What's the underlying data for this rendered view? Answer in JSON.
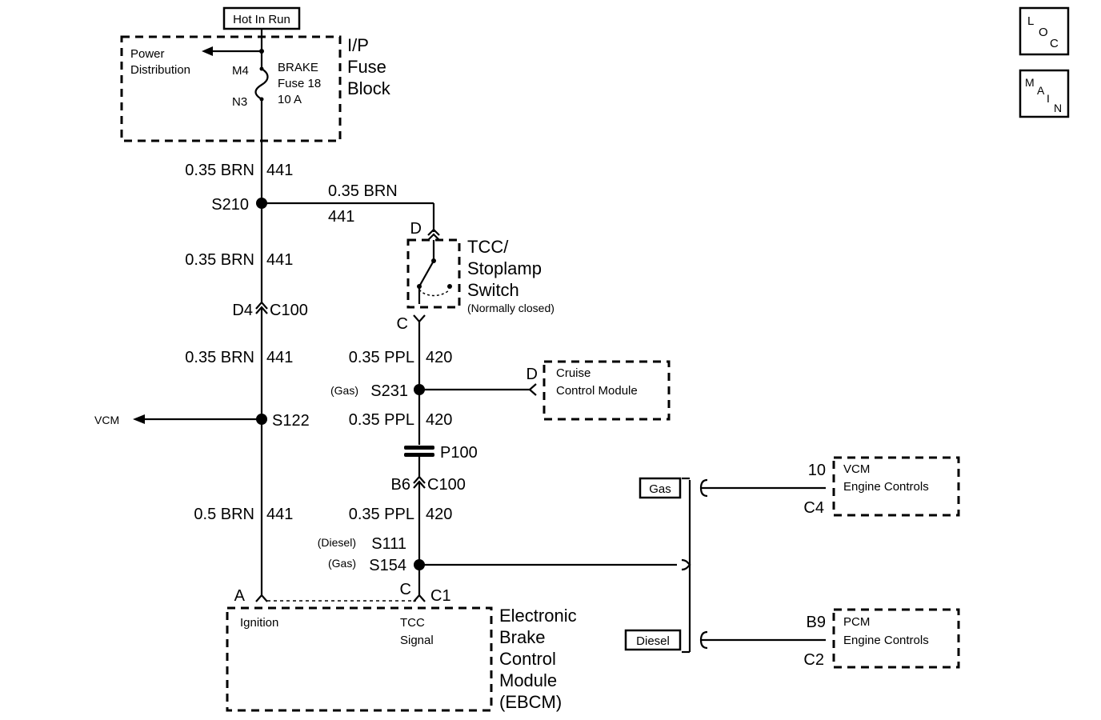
{
  "header": {
    "hot_in_run": "Hot In Run"
  },
  "fuse_block": {
    "title_1": "I/P",
    "title_2": "Fuse",
    "title_3": "Block",
    "power_1": "Power",
    "power_2": "Distribution",
    "m4": "M4",
    "n3": "N3",
    "fuse_1": "BRAKE",
    "fuse_2": "Fuse 18",
    "fuse_3": "10 A"
  },
  "wires": {
    "w1_gauge": "0.35 BRN",
    "w1_circuit": "441",
    "w2_gauge": "0.35 BRN",
    "w2_circuit": "441",
    "w3_gauge": "0.35 BRN",
    "w3_circuit": "441",
    "w4_gauge": "0.5 BRN",
    "w4_circuit": "441",
    "branch_gauge": "0.35 BRN",
    "branch_circuit": "441",
    "p1_gauge": "0.35 PPL",
    "p1_circuit": "420",
    "p2_gauge": "0.35 PPL",
    "p2_circuit": "420",
    "p3_gauge": "0.35 PPL",
    "p3_circuit": "420"
  },
  "splices": {
    "s210": "S210",
    "s122": "S122",
    "s231": "S231",
    "s231_note": "(Gas)",
    "s111": "S111",
    "s111_note": "(Diesel)",
    "s154": "S154",
    "s154_note": "(Gas)"
  },
  "connectors": {
    "d4": "D4",
    "c100_a": "C100",
    "b6": "B6",
    "c100_b": "C100",
    "p100": "P100",
    "pin_d_switch": "D",
    "pin_c_switch": "C",
    "pin_d_cruise": "D",
    "pin_a": "A",
    "pin_c": "C",
    "c1": "C1",
    "pin_10": "10",
    "c4": "C4",
    "pin_b9": "B9",
    "c2": "C2"
  },
  "switch": {
    "title_1": "TCC/",
    "title_2": "Stoplamp",
    "title_3": "Switch",
    "note": "(Normally closed)"
  },
  "cruise": {
    "line_1": "Cruise",
    "line_2": "Control Module"
  },
  "vcm_arrow": "VCM",
  "ebcm": {
    "ignition": "Ignition",
    "tcc_1": "TCC",
    "tcc_2": "Signal",
    "title_1": "Electronic",
    "title_2": "Brake",
    "title_3": "Control",
    "title_4": "Module",
    "title_5": "(EBCM)"
  },
  "engine": {
    "gas_label": "Gas",
    "diesel_label": "Diesel",
    "vcm_1": "VCM",
    "vcm_2": "Engine Controls",
    "pcm_1": "PCM",
    "pcm_2": "Engine Controls"
  },
  "nav": {
    "loc_l": "L",
    "loc_o": "O",
    "loc_c": "C",
    "main_m": "M",
    "main_a": "A",
    "main_i": "I",
    "main_n": "N"
  }
}
